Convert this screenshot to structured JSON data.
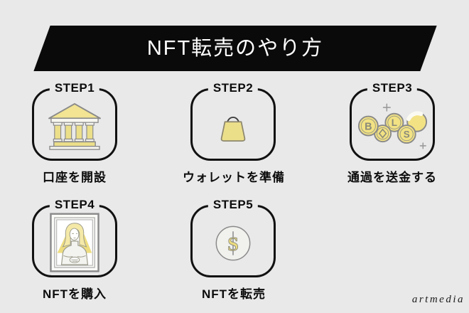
{
  "banner": {
    "title": "NFT転売のやり方"
  },
  "steps": [
    {
      "label": "STEP1",
      "caption": "口座を開設",
      "icon": "bank-icon"
    },
    {
      "label": "STEP2",
      "caption": "ウォレットを準備",
      "icon": "wallet-bag-icon"
    },
    {
      "label": "STEP3",
      "caption": "通過を送金する",
      "icon": "crypto-coins-icon"
    },
    {
      "label": "STEP4",
      "caption": "NFTを購入",
      "icon": "nft-art-icon"
    },
    {
      "label": "STEP5",
      "caption": "NFTを転売",
      "icon": "dollar-coin-icon"
    }
  ],
  "icon_glyphs": {
    "coin_b": "B",
    "coin_l": "L",
    "coin_s": "S",
    "dollar": "S"
  },
  "watermark": "artmedia",
  "colors": {
    "background": "#e9e9e9",
    "banner_bg": "#0a0a0a",
    "banner_text": "#ffffff",
    "card_border": "#111111",
    "accent_yellow": "#ecdf8a",
    "outline_gray": "#8a8a8a",
    "text_black": "#0c0c0c"
  }
}
